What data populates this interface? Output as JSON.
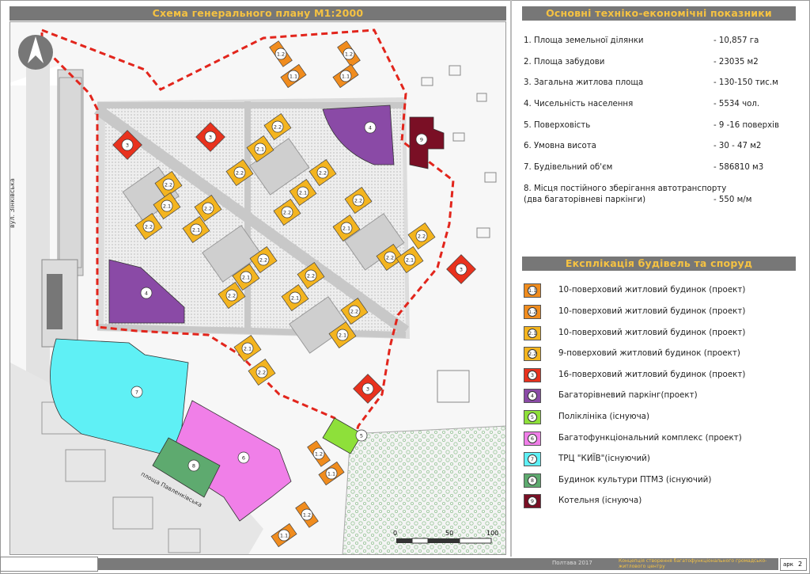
{
  "map": {
    "title": "Схема генерального плану М1:2000",
    "street_label_1": "вул. Зінківська",
    "street_label_2": "площа Павленківська",
    "scale_labels": [
      "0",
      "50",
      "100"
    ],
    "buildings": [
      {
        "label": "1.2"
      },
      {
        "label": "1.1"
      },
      {
        "label": "1.2"
      },
      {
        "label": "1.1"
      },
      {
        "label": "3"
      },
      {
        "label": "3"
      },
      {
        "label": "2.2"
      },
      {
        "label": "2.1"
      },
      {
        "label": "2.2"
      },
      {
        "label": "2.2"
      },
      {
        "label": "2.1"
      },
      {
        "label": "2.2"
      },
      {
        "label": "2.2"
      },
      {
        "label": "2.1"
      },
      {
        "label": "4"
      },
      {
        "label": "9"
      },
      {
        "label": "2.2"
      },
      {
        "label": "2.1"
      },
      {
        "label": "2.2"
      },
      {
        "label": "2.2"
      },
      {
        "label": "2.1"
      },
      {
        "label": "2.2"
      },
      {
        "label": "2.2"
      },
      {
        "label": "2.1"
      },
      {
        "label": "4"
      },
      {
        "label": "2.2"
      },
      {
        "label": "2.1"
      },
      {
        "label": "2.2"
      },
      {
        "label": "2.2"
      },
      {
        "label": "2.1"
      },
      {
        "label": "2.2"
      },
      {
        "label": "2.1"
      },
      {
        "label": "3"
      },
      {
        "label": "2.1"
      },
      {
        "label": "2.2"
      },
      {
        "label": "3"
      },
      {
        "label": "7"
      },
      {
        "label": "6"
      },
      {
        "label": "8"
      },
      {
        "label": "5"
      },
      {
        "label": "1.2"
      },
      {
        "label": "1.1"
      },
      {
        "label": "1.2"
      },
      {
        "label": "1.1"
      }
    ]
  },
  "params": {
    "title": "Основні техніко-економічні показники",
    "rows": [
      {
        "label": "1. Площа земельної ділянки",
        "value": "-  10,857 га"
      },
      {
        "label": "2. Площа забудови",
        "value": "-  23035 м2"
      },
      {
        "label": "3. Загальна житлова площа",
        "value": "- 130-150 тис.м"
      },
      {
        "label": "4. Чисельність населення",
        "value": "-  5534 чол."
      },
      {
        "label": "5. Поверховість",
        "value": "- 9 -16 поверхів"
      },
      {
        "label": "6. Умовна висота",
        "value": "-  30 - 47 м2"
      },
      {
        "label": "7. Будівельний об'єм",
        "value": "- 586810 м3"
      }
    ],
    "row8": {
      "label": "8. Місця постійного зберігання автотранспорту",
      "label2": "(два багаторівневі паркінги)",
      "value": "-  550 м/м"
    }
  },
  "legend": {
    "title": "Експлікація будівель та споруд",
    "items": [
      {
        "code": "1.1",
        "text": "10-поверховий житловий будинок (проект)",
        "color": "#f08c1e"
      },
      {
        "code": "1.2",
        "text": "10-поверховий житловий будинок (проект)",
        "color": "#f08c1e"
      },
      {
        "code": "2.1",
        "text": "10-поверховий житловий будинок (проект)",
        "color": "#f3b41f"
      },
      {
        "code": "2.2",
        "text": "9-поверховий житловий будинок (проект)",
        "color": "#f3b41f"
      },
      {
        "code": "3",
        "text": "16-поверховий житловий будинок (проект)",
        "color": "#e8321e"
      },
      {
        "code": "4",
        "text": "Багаторівневий паркінг(проект)",
        "color": "#8a4aa6"
      },
      {
        "code": "5",
        "text": "Поліклініка (існуюча)",
        "color": "#8ee03a"
      },
      {
        "code": "6",
        "text": "Багатофункціональний комплекс (проект)",
        "color": "#f07fe8"
      },
      {
        "code": "7",
        "text": "ТРЦ \"КИЇВ\"(існуючий)",
        "color": "#5ff0f5"
      },
      {
        "code": "8",
        "text": "Будинок культури ПТМЗ (існуючий)",
        "color": "#5eaa6f"
      },
      {
        "code": "9",
        "text": "Котельня (існуюча)",
        "color": "#7a0f25"
      }
    ]
  },
  "footer": {
    "city": "Полтава 2017",
    "project": "Концепція створення багатофункціонального громадсько-житлового центру",
    "sheet_label": "арк",
    "sheet_number": "2"
  }
}
